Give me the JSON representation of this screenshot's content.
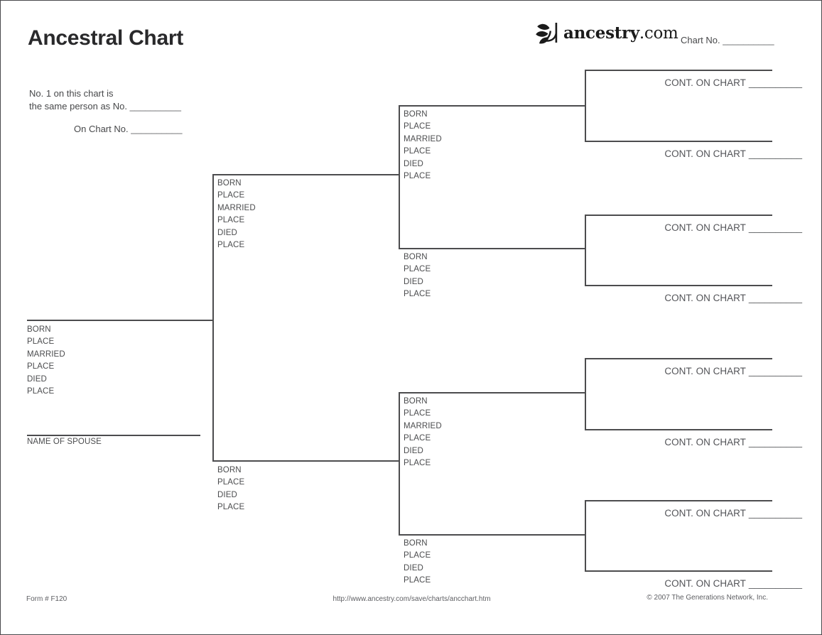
{
  "header": {
    "title": "Ancestral Chart",
    "logo_name": "ancestry",
    "logo_tld": ".com",
    "chart_no_label": "Chart No.",
    "blank": "__________"
  },
  "note": {
    "line1": "No. 1 on this chart is",
    "line2_label": "the same person as No.",
    "line3_label": "On Chart No.",
    "blank": "__________"
  },
  "fields": {
    "full": [
      "BORN",
      "PLACE",
      "MARRIED",
      "PLACE",
      "DIED",
      "PLACE"
    ],
    "short": [
      "BORN",
      "PLACE",
      "DIED",
      "PLACE"
    ],
    "spouse": "NAME OF SPOUSE"
  },
  "cont": {
    "label": "CONT. ON CHART",
    "blank": "__________"
  },
  "footer": {
    "form_number": "Form # F120",
    "url": "http://www.ancestry.com/save/charts/ancchart.htm",
    "copyright": "© 2007 The Generations Network, Inc."
  }
}
